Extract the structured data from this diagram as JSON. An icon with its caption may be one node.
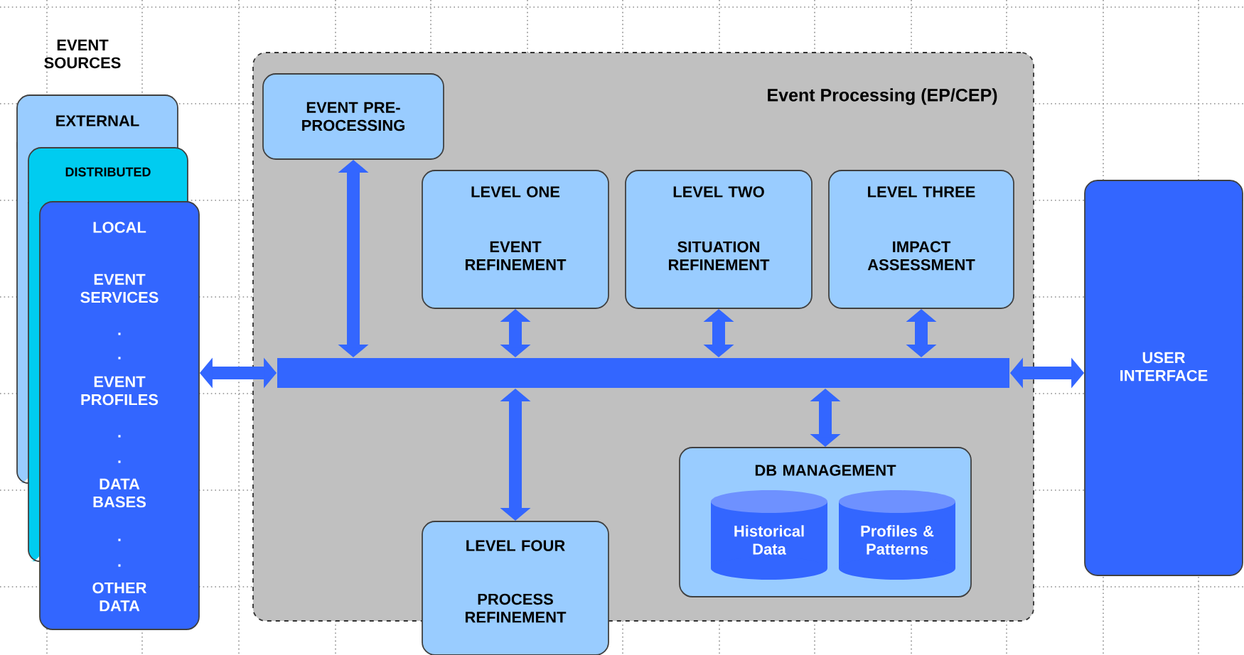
{
  "diagram": {
    "nodes": [
      {
        "text": [
          "EXTERNAL"
        ]
      },
      {
        "text": [
          "DISTRIBUTED"
        ]
      },
      {
        "text": [
          "LOCAL",
          "EVENT SERVICES",
          ".",
          ".",
          "EVENT PROFILES",
          ".",
          ".",
          "DATA BASES",
          ".",
          ".",
          "OTHER DATA"
        ]
      },
      {
        "text": [
          "Event Processing (EP/CEP)"
        ]
      },
      {
        "text": [
          "EVENT PRE-PROCESSING"
        ],
        "in": 3
      },
      {
        "text": [
          "LEVEL ONE",
          "EVENT REFINEMENT"
        ],
        "in": 3
      },
      {
        "text": [
          "LEVEL TWO",
          "SITUATION REFINEMENT"
        ],
        "in": 3
      },
      {
        "text": [
          "LEVEL THREE",
          "IMPACT ASSESSMENT"
        ],
        "in": 3
      },
      {
        "text": [],
        "shape": "bar",
        "in": 3
      },
      {
        "text": [
          "DB MANAGEMENT"
        ],
        "in": 3
      },
      {
        "text": [
          "Historical Data"
        ],
        "in": 9
      },
      {
        "text": [
          "Profiles & Patterns"
        ],
        "in": 9
      },
      {
        "text": [
          "LEVEL FOUR",
          "PROCESS REFINEMENT"
        ]
      },
      {
        "text": [
          "USER INTERFACE"
        ]
      }
    ],
    "edges": [
      {
        "from": 2,
        "to": 8,
        "arrow": "both"
      },
      {
        "from": 4,
        "to": 8,
        "arrow": "both"
      },
      {
        "from": 5,
        "to": 8,
        "arrow": "both"
      },
      {
        "from": 6,
        "to": 8,
        "arrow": "both"
      },
      {
        "from": 7,
        "to": 8,
        "arrow": "both"
      },
      {
        "from": 8,
        "to": 9,
        "arrow": "both"
      },
      {
        "from": 8,
        "to": 12,
        "arrow": "both"
      },
      {
        "from": 8,
        "to": 13,
        "arrow": "both"
      }
    ],
    "labels": [
      "EVENT SOURCES"
    ]
  }
}
